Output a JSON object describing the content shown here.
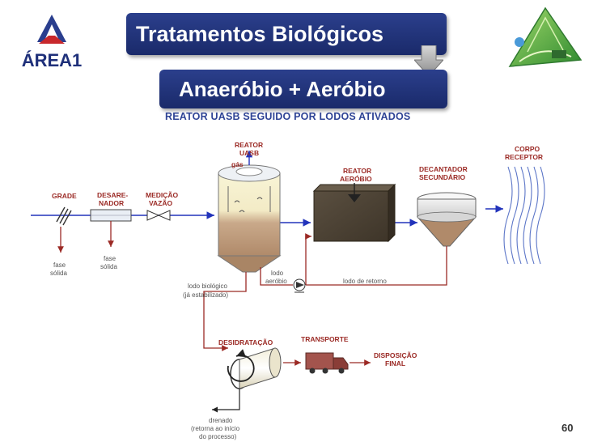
{
  "brand": {
    "logo_text": "ÁREA1"
  },
  "slide": {
    "title": "Tratamentos Biológicos",
    "subtitle": "Anaeróbio + Aeróbio",
    "page_number": "60"
  },
  "diagram": {
    "heading": "REATOR UASB SEGUIDO POR LODOS ATIVADOS",
    "labels": {
      "grade": "GRADE",
      "desarenador_1": "DESARE-",
      "desarenador_2": "NADOR",
      "medicao_1": "MEDIÇÃO",
      "medicao_2": "VAZÃO",
      "reator_uasb_1": "REATOR",
      "reator_uasb_2": "UASB",
      "gas": "gás",
      "reator_aerobio_1": "REATOR",
      "reator_aerobio_2": "AERÓBIO",
      "decantador_1": "DECANTADOR",
      "decantador_2": "SECUNDÁRIO",
      "corpo_1": "CORPO",
      "corpo_2": "RECEPTOR",
      "fase_solida_a_1": "fase",
      "fase_solida_a_2": "sólida",
      "fase_solida_b_1": "fase",
      "fase_solida_b_2": "sólida",
      "lodo_aerobio_1": "lodo",
      "lodo_aerobio_2": "aeróbio",
      "lodo_retorno": "lodo de retorno",
      "lodo_biologico_1": "lodo biológico",
      "lodo_biologico_2": "(já estabilizado)",
      "desidratacao": "DESIDRATAÇÃO",
      "transporte": "TRANSPORTE",
      "disposicao_1": "DISPOSIÇÃO",
      "disposicao_2": "FINAL",
      "drenado_1": "drenado",
      "drenado_2": "(retorna ao início",
      "drenado_3": "do processo)"
    }
  },
  "colors": {
    "title_bg": "#1f307a",
    "flow_liquid": "#2233bb",
    "flow_sludge": "#9b2a25",
    "sludge_brown": "#b08a6a",
    "reactor_box": "#4e4437"
  }
}
